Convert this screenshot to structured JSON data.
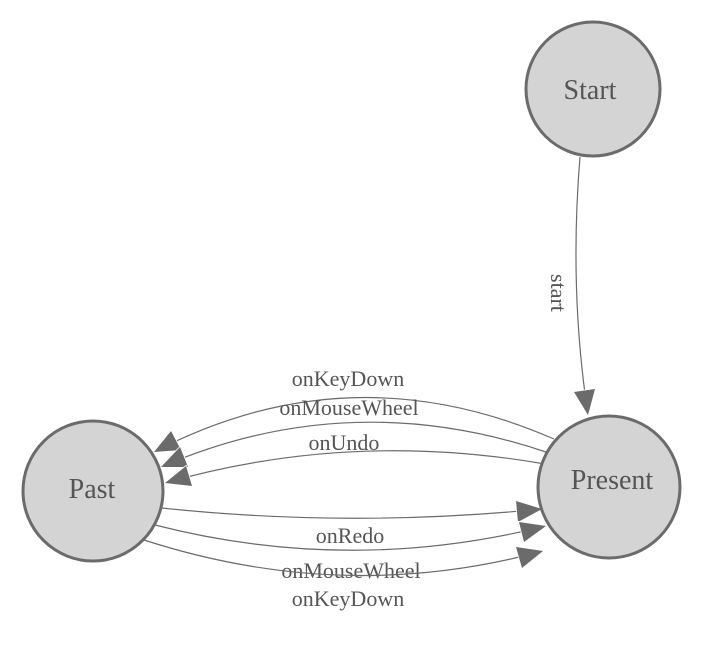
{
  "diagram": {
    "type": "state-machine",
    "nodes": [
      {
        "id": "start",
        "label": "Start"
      },
      {
        "id": "present",
        "label": "Present"
      },
      {
        "id": "past",
        "label": "Past"
      }
    ],
    "edges": [
      {
        "from": "Start",
        "to": "Present",
        "label": "start"
      },
      {
        "from": "Present",
        "to": "Past",
        "label": "onKeyDown"
      },
      {
        "from": "Present",
        "to": "Past",
        "label": "onMouseWheel"
      },
      {
        "from": "Present",
        "to": "Past",
        "label": "onUndo"
      },
      {
        "from": "Past",
        "to": "Present",
        "label": "onRedo"
      },
      {
        "from": "Past",
        "to": "Present",
        "label": "onMouseWheel"
      },
      {
        "from": "Past",
        "to": "Present",
        "label": "onKeyDown"
      }
    ],
    "colors": {
      "node_fill": "#d4d4d4",
      "node_stroke": "#6b6b6b",
      "edge_line": "#6b6b6b",
      "arrowhead": "#6b6b6b",
      "label_text": "#555555",
      "background": "#ffffff"
    }
  }
}
